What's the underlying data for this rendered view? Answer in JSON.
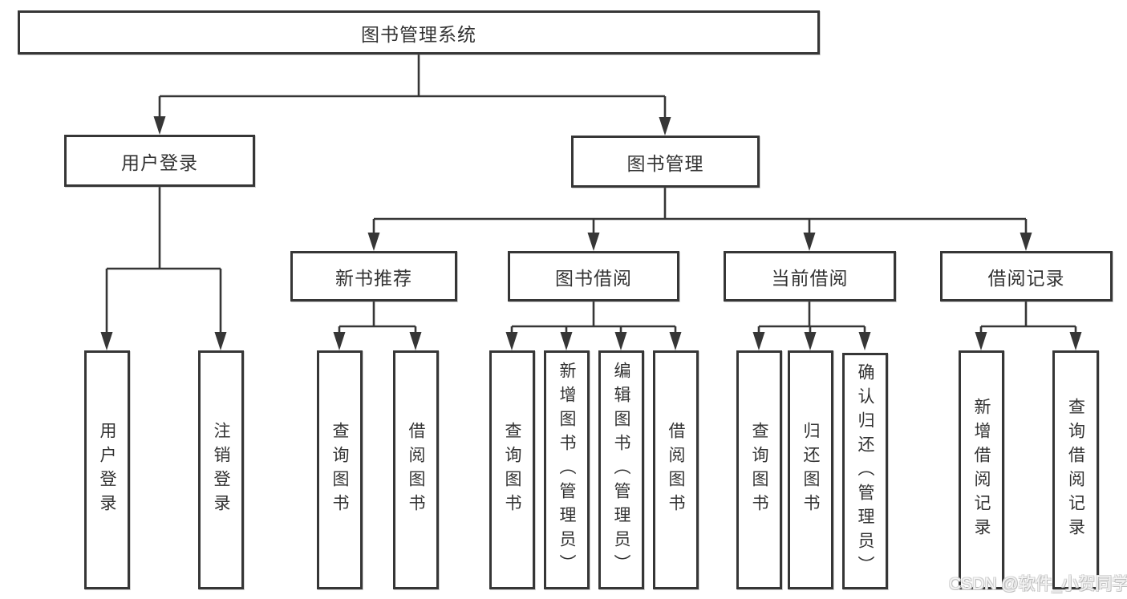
{
  "diagram": {
    "title_node": {
      "label": "图书管理系统"
    },
    "level2": {
      "user_login": {
        "label": "用户登录"
      },
      "book_mgmt": {
        "label": "图书管理"
      }
    },
    "level3": {
      "new_book_rec": {
        "label": "新书推荐"
      },
      "book_borrow": {
        "label": "图书借阅"
      },
      "current_borrow": {
        "label": "当前借阅"
      },
      "borrow_records": {
        "label": "借阅记录"
      }
    },
    "leaves": [
      {
        "parent": "用户登录",
        "label": "用户登录"
      },
      {
        "parent": "用户登录",
        "label": "注销登录"
      },
      {
        "parent": "新书推荐",
        "label": "查询图书"
      },
      {
        "parent": "新书推荐",
        "label": "借阅图书"
      },
      {
        "parent": "图书借阅",
        "label": "查询图书"
      },
      {
        "parent": "图书借阅",
        "label": "新增图书（管理员）"
      },
      {
        "parent": "图书借阅",
        "label": "编辑图书（管理员）"
      },
      {
        "parent": "图书借阅",
        "label": "借阅图书"
      },
      {
        "parent": "当前借阅",
        "label": "查询图书"
      },
      {
        "parent": "当前借阅",
        "label": "归还图书"
      },
      {
        "parent": "当前借阅",
        "label": "确认归还（管理员）"
      },
      {
        "parent": "借阅记录",
        "label": "新增借阅记录"
      },
      {
        "parent": "借阅记录",
        "label": "查询借阅记录"
      }
    ],
    "watermark": "CSDN @软件_小贺同学",
    "colors": {
      "line": "#363636",
      "text": "#333333",
      "box_background": "#ffffff",
      "watermark_text": "#f5f5f5"
    }
  }
}
